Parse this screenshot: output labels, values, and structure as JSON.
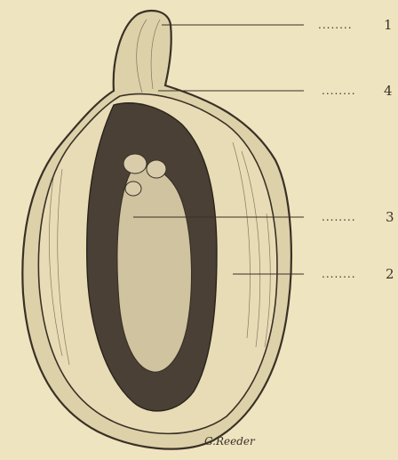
{
  "illustration": {
    "background": "#efe4c0",
    "ink": "#3a3126",
    "outer_wall": "#ddd1aa",
    "inner_wall": "#e8dcb6",
    "cavity": "#4a4035",
    "kernel": "#cfc3a0"
  },
  "callouts": [
    {
      "dots": "........",
      "number": "1"
    },
    {
      "dots": "........",
      "number": "4"
    },
    {
      "dots": "........",
      "number": "3"
    },
    {
      "dots": "........",
      "number": "2"
    }
  ],
  "signature": "G.Reeder"
}
